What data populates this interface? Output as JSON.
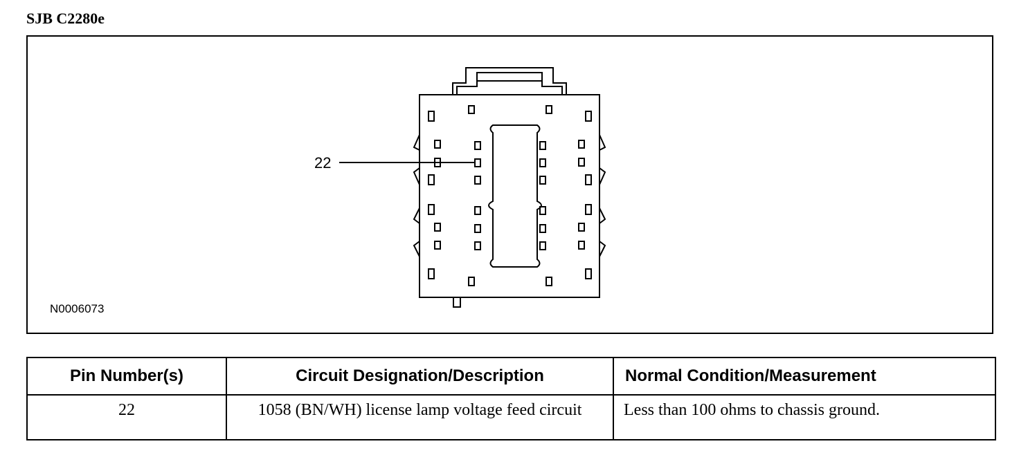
{
  "title": "SJB C2280e",
  "figure": {
    "id": "N0006073",
    "callout": "22"
  },
  "table": {
    "headers": [
      "Pin Number(s)",
      "Circuit Designation/Description",
      "Normal Condition/Measurement"
    ],
    "rows": [
      [
        "22",
        "1058 (BN/WH) license lamp voltage feed circuit",
        "Less than 100 ohms to chassis ground."
      ]
    ]
  }
}
